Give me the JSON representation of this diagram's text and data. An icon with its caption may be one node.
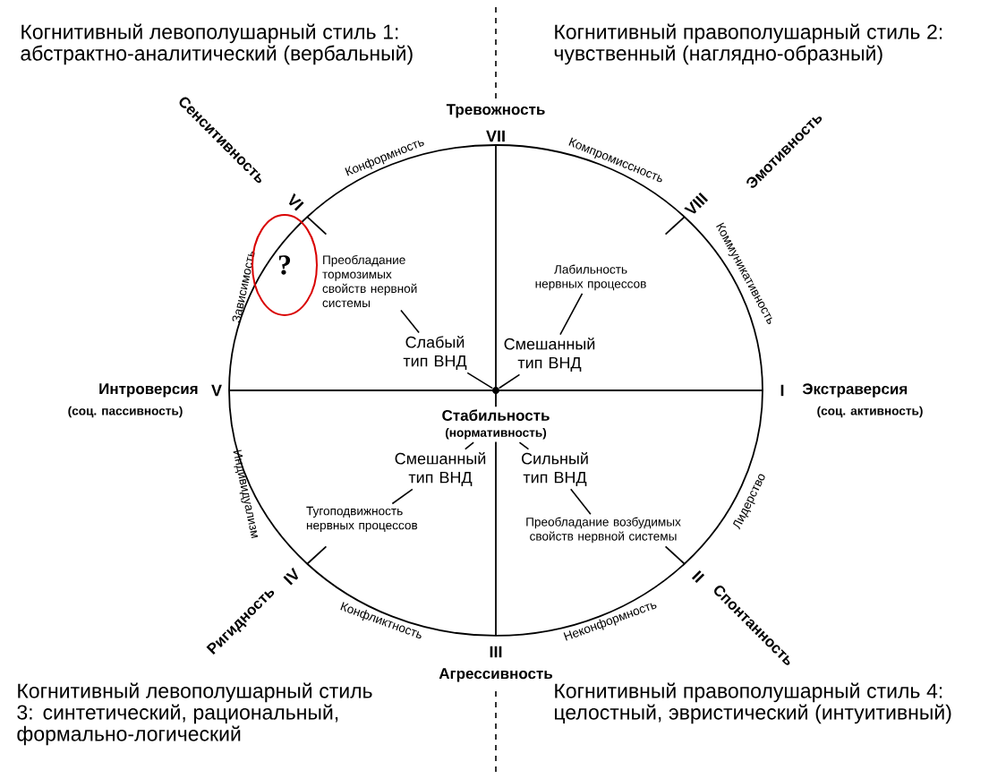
{
  "diagram": {
    "nodes": [
      {
        "text": [
          "Преобладание тормозимых свойств нервной системы"
        ]
      },
      {
        "text": [
          "Слабый тип ВНД"
        ]
      },
      {
        "text": [],
        "shape": "circle"
      },
      {
        "text": [
          "Лабильность нервных процессов"
        ]
      },
      {
        "text": [
          "Смешанный тип ВНД"
        ]
      },
      {
        "text": [
          "Стабильность",
          "(нормативность)"
        ]
      },
      {
        "text": [
          "Смешанный тип ВНД"
        ]
      },
      {
        "text": [
          "Сильный тип ВНД"
        ]
      },
      {
        "text": [
          "Тугоподвижность нервных процессов"
        ]
      },
      {
        "text": [
          "Преобладание возбудимых свойств нервной системы"
        ]
      },
      {
        "text": [
          "?"
        ]
      }
    ],
    "edges": [
      {
        "from": 0,
        "to": 1,
        "arrow": "none"
      },
      {
        "from": 1,
        "to": 2,
        "arrow": "none"
      },
      {
        "from": 3,
        "to": 4,
        "arrow": "none"
      },
      {
        "from": 4,
        "to": 2,
        "arrow": "none"
      },
      {
        "from": 6,
        "to": 5,
        "arrow": "none"
      },
      {
        "from": 7,
        "to": 5,
        "arrow": "none"
      },
      {
        "from": 8,
        "to": 6,
        "arrow": "none"
      },
      {
        "from": 9,
        "to": 7,
        "arrow": "none"
      }
    ],
    "labels": [
      "Когнитивный левополушарный стиль 1: абстрактно-аналитический (вербальный)",
      "Когнитивный правополушарный стиль 2: чувственный (наглядно-образный)",
      "Сенситивность",
      "Тревожность",
      "VII",
      "Эмотивность",
      "Конформность",
      "Компромиссность",
      "VI",
      "VIII",
      "Зависимость",
      "Коммуникативность",
      "Интроверсия",
      "V",
      "I",
      "Экстраверсия",
      "(соц. пассивность)",
      "(соц. активность)",
      "Индивидуализм",
      "Лидерство",
      "IV",
      "II",
      "Конфликтность",
      "Неконформность",
      "Ригидность",
      "III",
      "Спонтанность",
      "Агрессивность",
      "Когнитивный левополушарный стиль 3: синтетический, рациональный, формально-логический",
      "Когнитивный правополушарный стиль 4: целостный, эвристический (интуитивный)"
    ]
  }
}
